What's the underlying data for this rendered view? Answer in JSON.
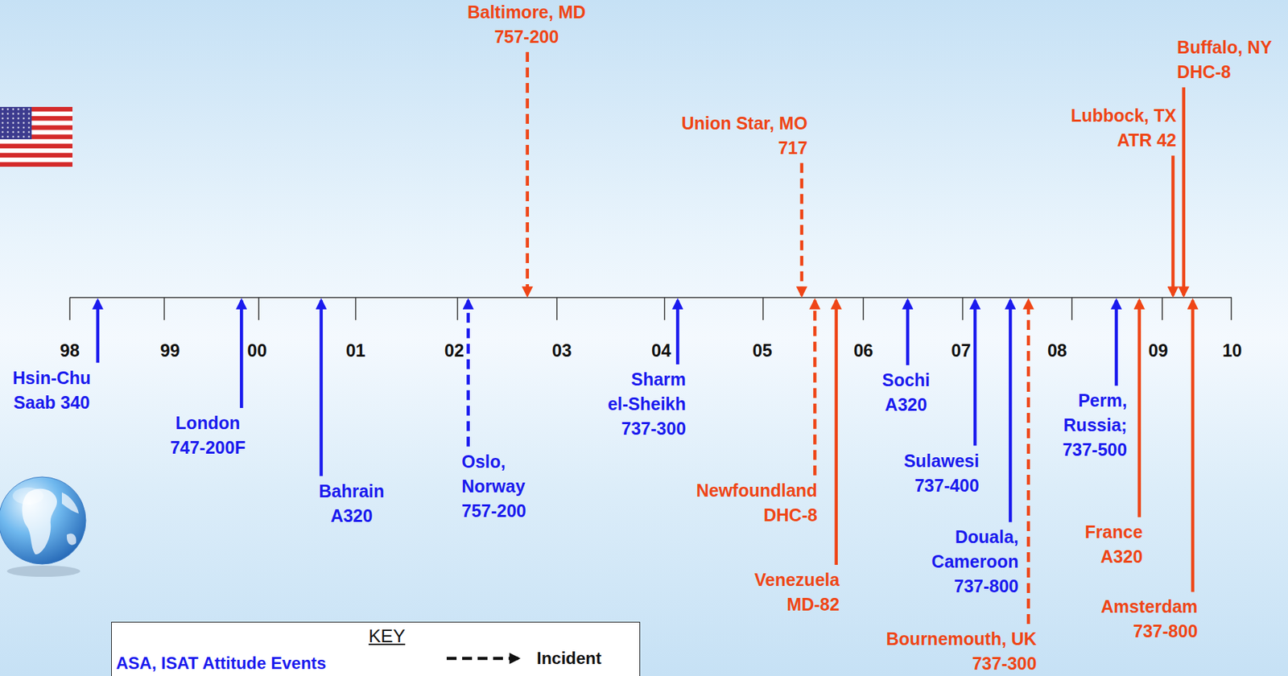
{
  "diagram": {
    "nodes": [
      {
        "text": [
          "KEY",
          "ASA, ISAT Attitude Events"
        ]
      }
    ],
    "labels": [
      "98",
      "99",
      "00",
      "01",
      "02",
      "03",
      "04",
      "05",
      "06",
      "07",
      "08",
      "09",
      "10",
      "Hsin-Chu Saab 340",
      "London 747-200F",
      "Bahrain A320",
      "Oslo, Norway 757-200",
      "Sharm el-Sheikh 737-300",
      "Sochi A320",
      "Sulawesi 737-400",
      "Douala, Cameroon 737-800",
      "Perm, Russia; 737-500",
      "Baltimore, MD 757-200",
      "Union Star, MO 717",
      "Newfoundland DHC-8",
      "Venezuela MD-82",
      "Bournemouth, UK 737-300",
      "France A320",
      "Amsterdam 737-800",
      "Lubbock, TX ATR 42",
      "Buffalo, NY DHC-8"
    ],
    "legend": [
      {
        "text": "Incident"
      }
    ]
  }
}
